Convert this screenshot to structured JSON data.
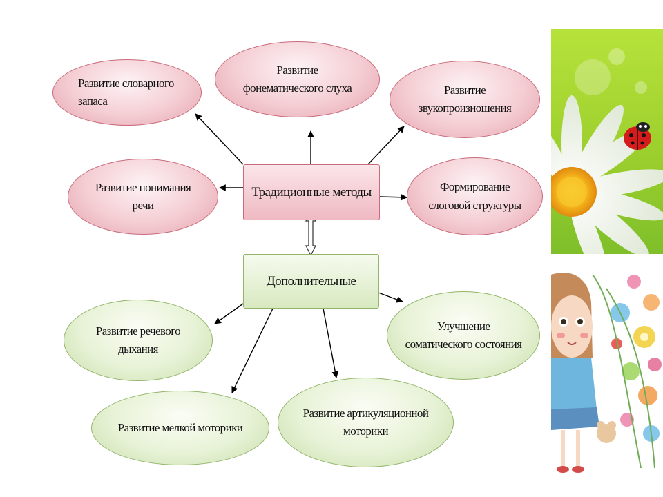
{
  "center": {
    "traditional": "Традиционные методы",
    "additional": "Дополнительные"
  },
  "traditional_methods": [
    {
      "id": "vocabulary",
      "lines": [
        "Развитие словарного",
        "запаса"
      ]
    },
    {
      "id": "phonemic",
      "lines": [
        "Развитие",
        "фонематического слуха"
      ]
    },
    {
      "id": "pronunciation",
      "lines": [
        "Развитие",
        "звукопроизношения"
      ]
    },
    {
      "id": "comprehension",
      "lines": [
        "Развитие понимания",
        "речи"
      ]
    },
    {
      "id": "syllable",
      "lines": [
        "Формирование",
        "слоговой структуры"
      ]
    }
  ],
  "additional_methods": [
    {
      "id": "breathing",
      "lines": [
        "Развитие речевого",
        "дыхания"
      ]
    },
    {
      "id": "fine-motor",
      "lines": [
        "Развитие мелкой моторики"
      ]
    },
    {
      "id": "articulation",
      "lines": [
        "Развитие артикуляционной",
        "моторики"
      ]
    },
    {
      "id": "somatic",
      "lines": [
        "Улучшение",
        "соматического состояния"
      ]
    }
  ],
  "colors": {
    "traditional_fill": "#f4cdd3",
    "traditional_stroke": "#c96b7b",
    "additional_fill": "#e7f2d6",
    "additional_stroke": "#93b56a",
    "arrow": "#000000"
  },
  "decorations": [
    {
      "name": "daisy-ladybug-image",
      "icon": "daisy-icon"
    },
    {
      "name": "girl-flowers-image",
      "icon": "girl-icon"
    }
  ]
}
